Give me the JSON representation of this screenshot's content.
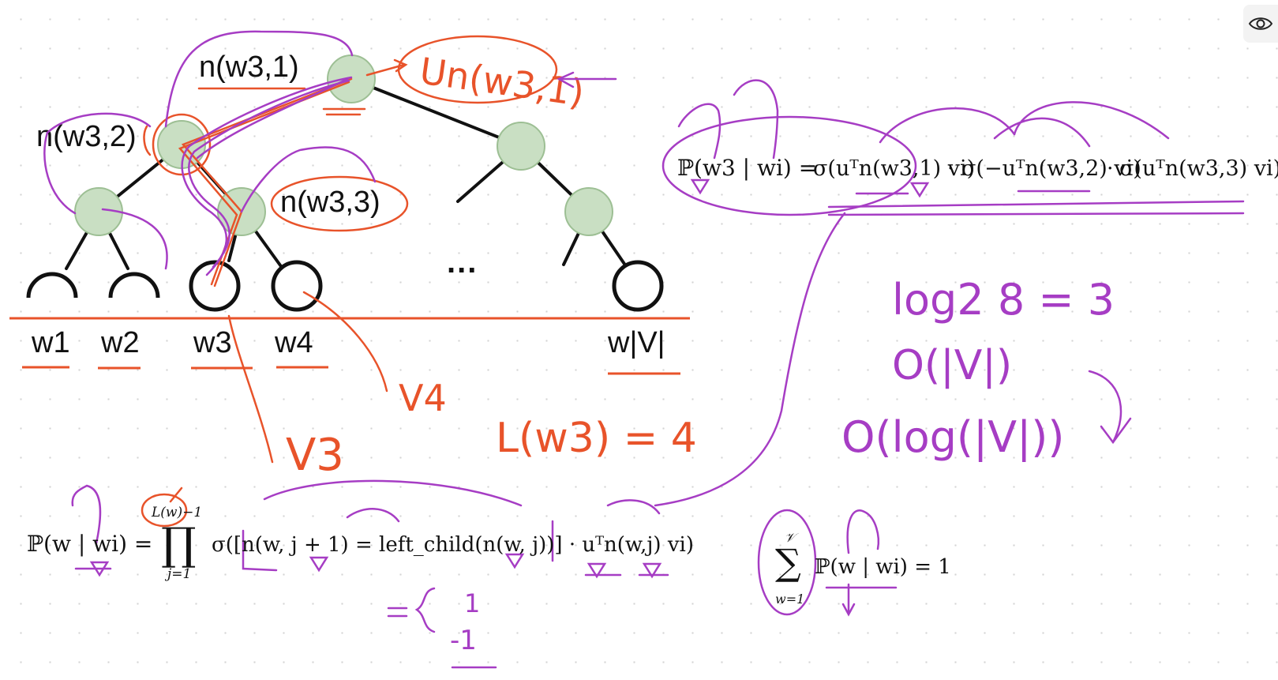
{
  "tree": {
    "node_labels": {
      "n1": "n(w3,1)",
      "n2": "n(w3,2)",
      "n3": "n(w3,3)"
    },
    "leaves": [
      {
        "id": "w1",
        "label": "w1"
      },
      {
        "id": "w2",
        "label": "w2"
      },
      {
        "id": "w3",
        "label": "w3"
      },
      {
        "id": "w4",
        "label": "w4"
      },
      {
        "id": "wv",
        "label": "w|V|"
      }
    ],
    "ellipsis": "..."
  },
  "annotations": {
    "u_note": "Un(w3,1)",
    "v3": "V3",
    "v4": "V4",
    "path_length": "L(w3) = 4",
    "log_line": "log2 8 = 3",
    "o_v": "O(|V|)",
    "o_log": "O(log(|V|))",
    "sign_one": "1",
    "sign_neg_one": "-1"
  },
  "formulas": {
    "example_lhs": "ℙ(w3 | wi) =",
    "example_t1": "σ(uᵀn(w3,1) vi)",
    "example_t2": "σ(−uᵀn(w3,2) vi)",
    "example_t3": "σ(uᵀn(w3,3) vi)",
    "main_lhs": "ℙ(w | wi) =",
    "main_prod_upper": "L(w)−1",
    "main_prod_lower": "j=1",
    "main_body": "σ([n(w, j + 1) = left_child(n(w, j))] · uᵀn(w,j) vi)",
    "sum_upper": "𝒱",
    "sum_lower": "w=1",
    "sum_body": "ℙ(w | wi) = 1"
  },
  "colors": {
    "node_fill": "#c9dfc3",
    "node_stroke": "#9dbf94",
    "ink_orange": "#e8532a",
    "ink_purple": "#a63dc4",
    "ink_dark": "#111111"
  }
}
